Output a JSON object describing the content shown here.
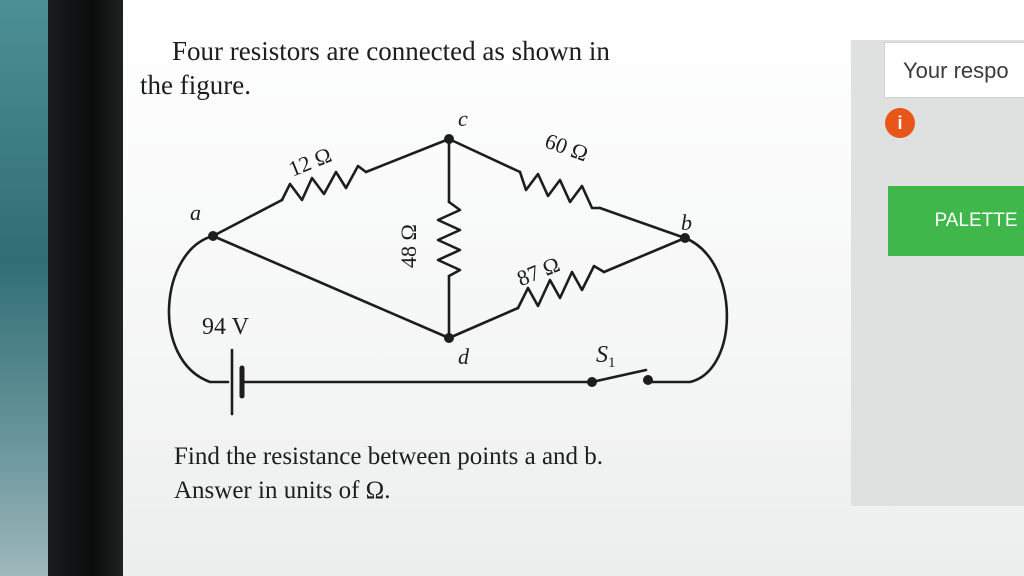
{
  "question": {
    "intro_line1": "Four resistors are connected as shown in",
    "intro_line2": "the figure.",
    "prompt_line1": "Find the resistance between points a and b.",
    "prompt_line2": "Answer in units of Ω."
  },
  "circuit": {
    "node_a": "a",
    "node_b": "b",
    "node_c": "c",
    "node_d": "d",
    "r_ac": "12 Ω",
    "r_cb": "60 Ω",
    "r_cd": "48 Ω",
    "r_db": "87 Ω",
    "battery": "94 V",
    "switch": "S",
    "switch_sub": "1"
  },
  "sidebar": {
    "response_label": "Your respo",
    "info_icon": "i",
    "palette_label": "PALETTE"
  },
  "colors": {
    "palette_green": "#3fb74a",
    "info_orange": "#e8561a"
  }
}
